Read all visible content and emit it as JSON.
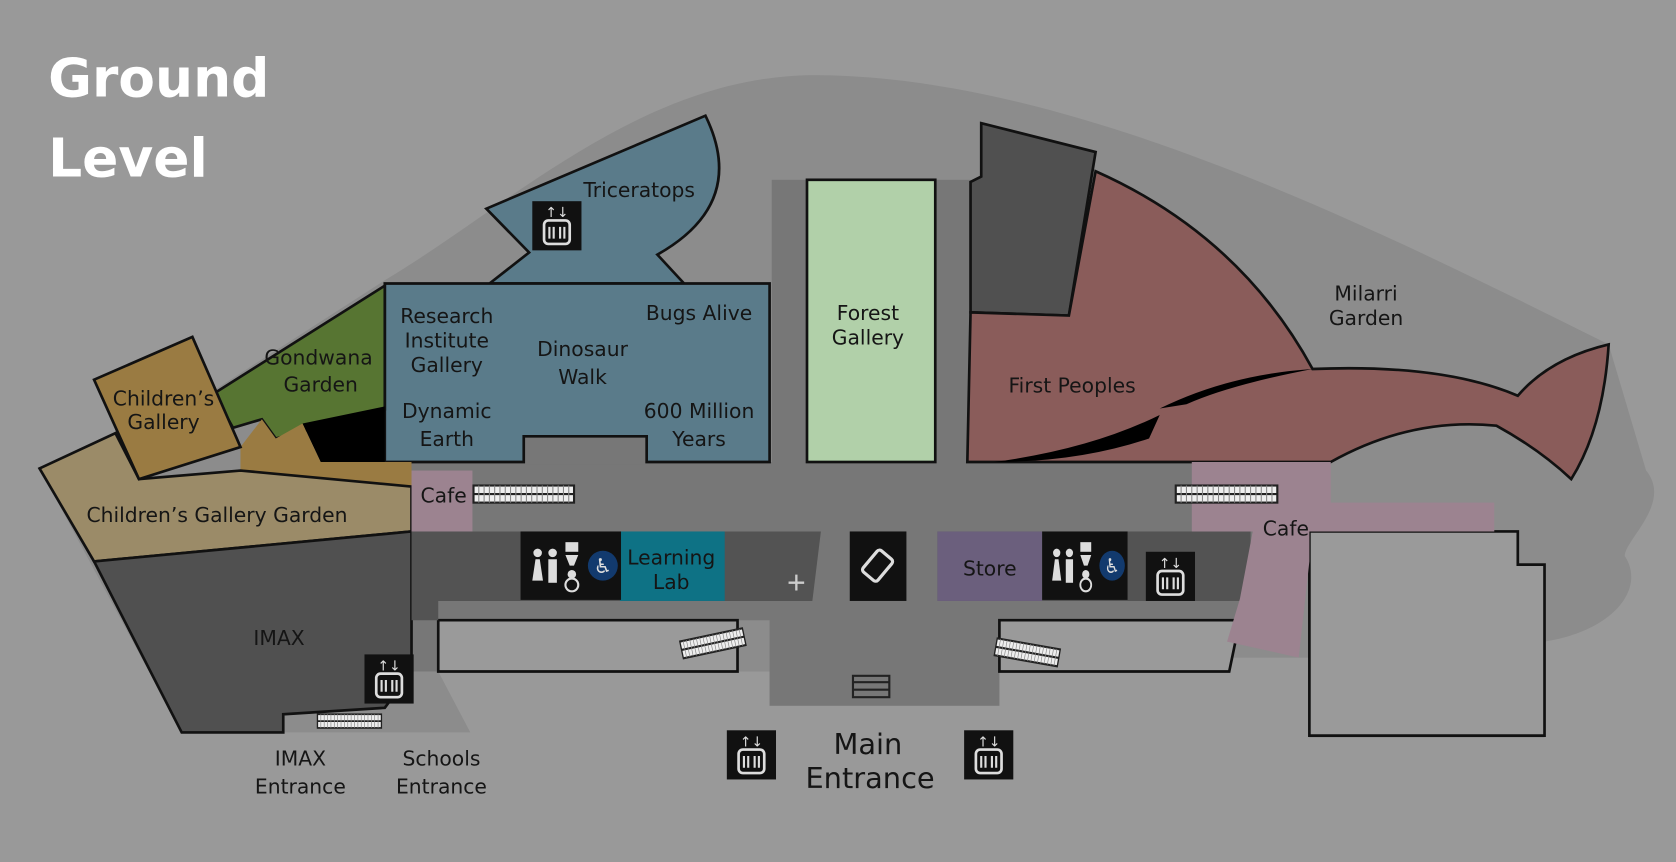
{
  "title": {
    "line1": "Ground",
    "line2": "Level"
  },
  "colors": {
    "background": "#999999",
    "outer_grounds": "#8c8c8c",
    "corridor": "#777777",
    "dark_rooms": "#535353",
    "blue_galleries": "#5a7b8a",
    "gondwana_garden": "#577532",
    "childrens_gallery": "#9a7b42",
    "childrens_garden": "#9b8b68",
    "forest_gallery": "#b1d0a9",
    "first_peoples": "#8a5c5a",
    "cafe": "#9c8390",
    "store": "#6b5f7d",
    "learning_lab": "#0e7285",
    "accessible_blue": "#123a6e"
  },
  "areas": {
    "triceratops": "Triceratops",
    "research": [
      "Research",
      "Institute",
      "Gallery"
    ],
    "dinosaur_walk": [
      "Dinosaur",
      "Walk"
    ],
    "bugs_alive": "Bugs Alive",
    "dynamic_earth": [
      "Dynamic",
      "Earth"
    ],
    "million_years": [
      "600 Million",
      "Years"
    ],
    "forest_gallery": [
      "Forest",
      "Gallery"
    ],
    "gondwana_garden": [
      "Gondwana",
      "Garden"
    ],
    "childrens_gallery": [
      "Children’s",
      "Gallery"
    ],
    "childrens_garden": "Children’s Gallery Garden",
    "cafe_left": "Cafe",
    "cafe_right": "Cafe",
    "first_peoples": "First Peoples",
    "milarri_garden": [
      "Milarri",
      "Garden"
    ],
    "learning_lab": [
      "Learning",
      "Lab"
    ],
    "store": "Store",
    "imax": "IMAX",
    "imax_entrance": [
      "IMAX",
      "Entrance"
    ],
    "schools_entrance": [
      "Schools",
      "Entrance"
    ],
    "main_entrance": [
      "Main",
      "Entrance"
    ]
  },
  "icons": [
    "lift-icon",
    "restroom-icon",
    "accessible-icon",
    "baby-change-icon",
    "first-aid-icon",
    "ticket-icon",
    "family-room-icon",
    "escalator-icon",
    "stairs-icon"
  ]
}
